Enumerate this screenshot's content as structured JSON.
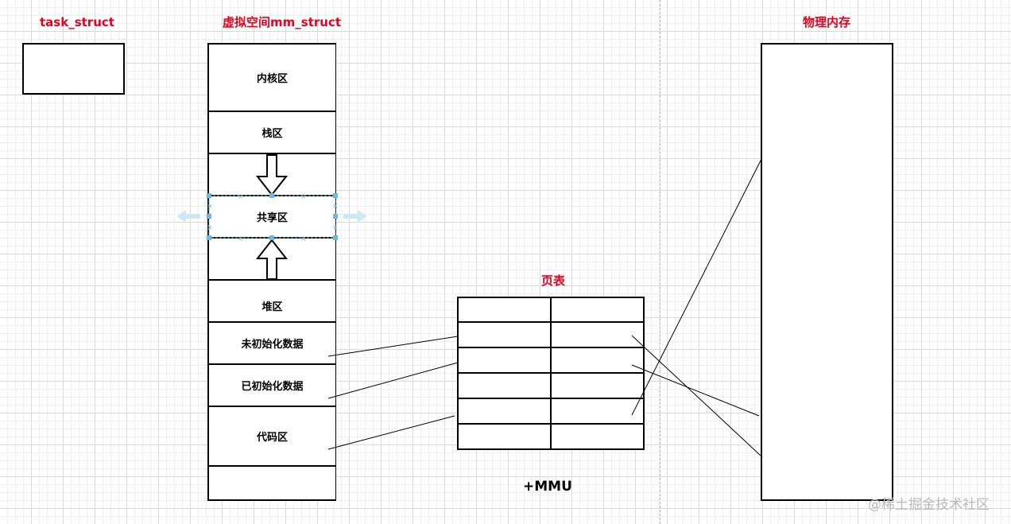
{
  "titles": {
    "task_struct": "task_struct",
    "virtual_space": "虚拟空间mm_struct",
    "physical_memory": "物理内存",
    "page_table": "页表"
  },
  "virtual_segments": [
    {
      "label": "内核区"
    },
    {
      "label": "栈区"
    },
    {
      "label": ""
    },
    {
      "label": "共享区"
    },
    {
      "label": ""
    },
    {
      "label": "堆区"
    },
    {
      "label": "未初始化数据"
    },
    {
      "label": "已初始化数据"
    },
    {
      "label": "代码区"
    },
    {
      "label": ""
    }
  ],
  "mmu_label": "+MMU",
  "watermark": "@稀土掘金技术社区",
  "icons": {
    "stack_growth": "arrow-down-icon",
    "heap_growth": "arrow-up-icon",
    "selection_handles": "selection-handle-icon",
    "resize_arrows": "resize-arrow-icon"
  },
  "colors": {
    "title_red": "#e8001c",
    "selection_blue": "#6fb7e0",
    "resize_arrow_blue": "#cce8f6"
  }
}
